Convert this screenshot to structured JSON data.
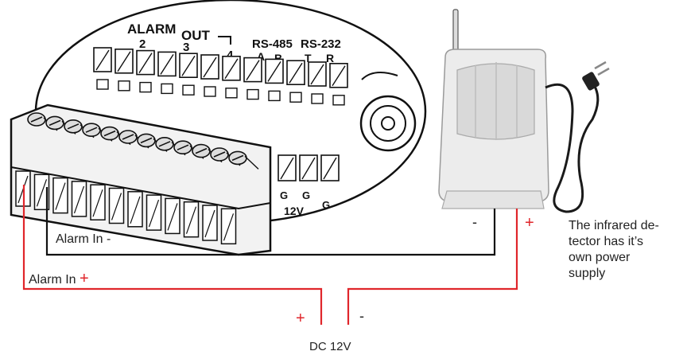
{
  "terminal": {
    "alarm_label": "ALARM",
    "out_label": "OUT",
    "rs485_label": "RS-485",
    "rs232_label": "RS-232",
    "alarm_numbers": [
      "2",
      "3",
      "4"
    ],
    "rs485_pins": [
      "A",
      "B"
    ],
    "rs232_pins": [
      "T",
      "R"
    ],
    "ground_labels": [
      "G",
      "G",
      "G"
    ],
    "voltage_label": "12V"
  },
  "wires": {
    "alarm_in_minus_label": "Alarm In",
    "alarm_in_minus_sign": "-",
    "alarm_in_plus_label": "Alarm In",
    "alarm_in_plus_sign": "+"
  },
  "power": {
    "label": "DC 12V",
    "plus_sign": "+",
    "minus_sign": "-"
  },
  "detector": {
    "minus_sign": "-",
    "plus_sign": "+",
    "note_lines": [
      "The infrared de-",
      "tector has it’s",
      "own   power",
      "supply"
    ]
  },
  "colors": {
    "wire_red": "#e0262b",
    "wire_black": "#111111"
  }
}
